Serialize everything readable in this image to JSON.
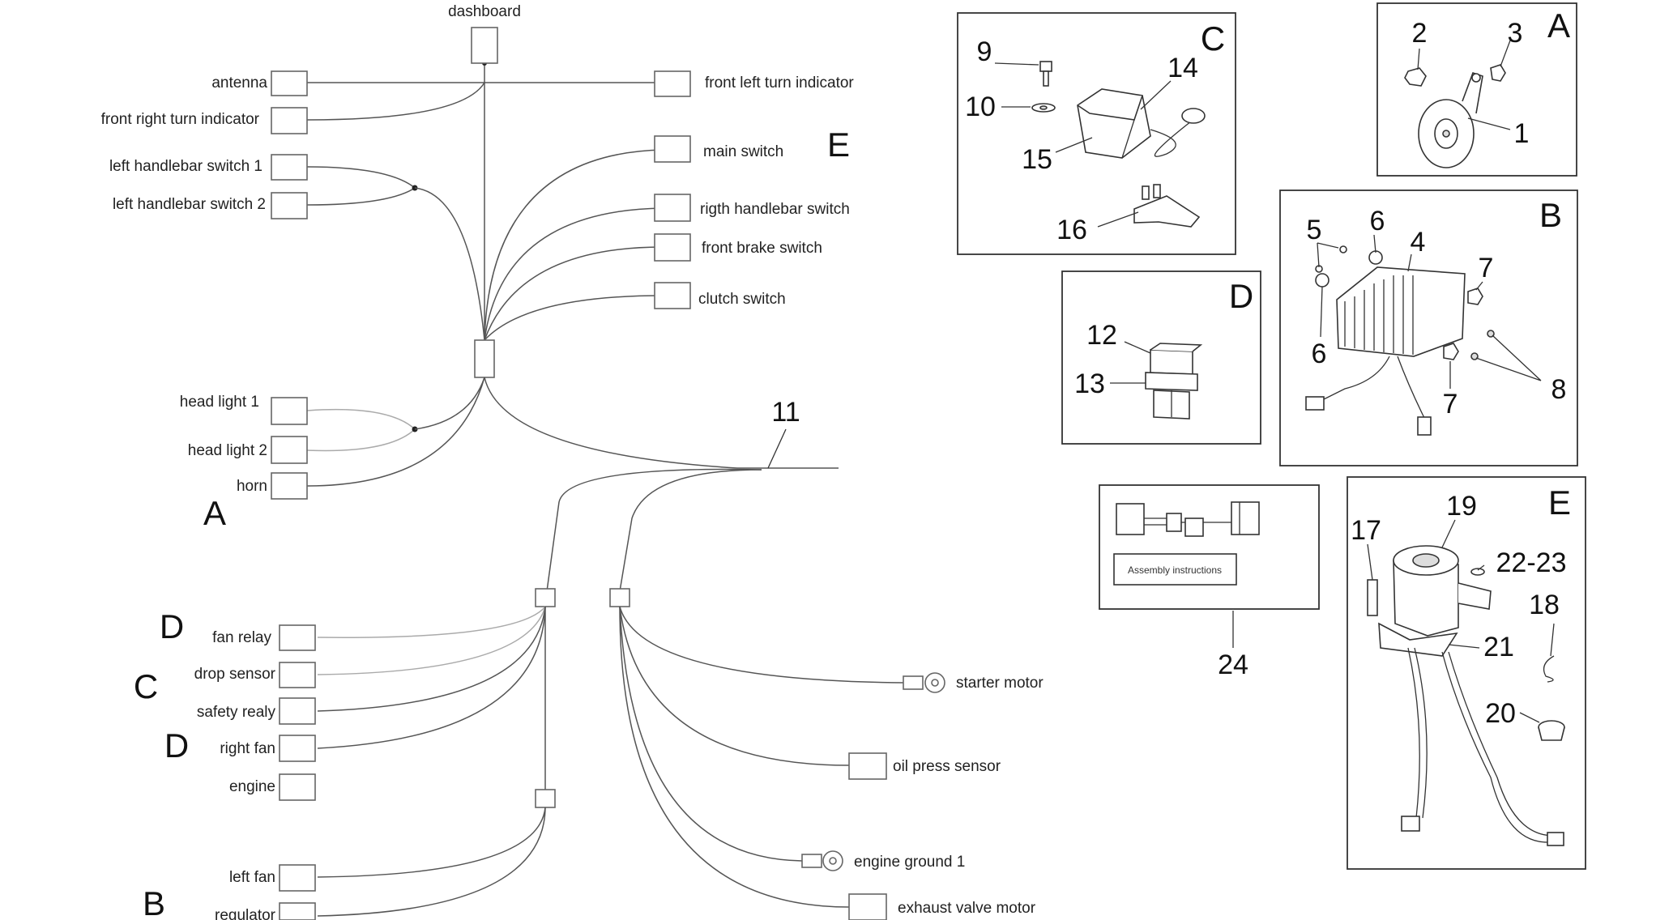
{
  "wiring": {
    "top_connector": "dashboard",
    "left_connectors": {
      "antenna": "antenna",
      "front_right_turn_indicator": "front right turn indicator",
      "left_handlebar_switch_1": "left handlebar switch 1",
      "left_handlebar_switch_2": "left handlebar switch 2",
      "head_light_1": "head light 1",
      "head_light_2": "head light 2",
      "horn": "horn"
    },
    "right_connectors": {
      "front_left_turn_indicator": "front left turn indicator",
      "main_switch": "main switch",
      "right_handlebar_switch": "rigth handlebar switch",
      "front_brake_switch": "front brake switch",
      "clutch_switch": "clutch switch"
    },
    "lower_left_connectors": {
      "fan_relay": "fan relay",
      "drop_sensor": "drop sensor",
      "safety_relay": "safety realy",
      "right_fan": "right fan",
      "engine": "engine",
      "left_fan": "left fan",
      "regulator": "regulator"
    },
    "lower_right_connectors": {
      "starter_motor": "starter motor",
      "oil_press_sensor": "oil press sensor",
      "engine_ground_1": "engine ground 1",
      "exhaust_valve_motor": "exhaust valve motor"
    },
    "harness_ref": "11",
    "group_letters": {
      "horn_group": "A",
      "main_switch_group": "E",
      "fan_relay_group": "D",
      "drop_sensor_group": "C",
      "right_fan_group": "D",
      "regulator_group": "B"
    }
  },
  "panels": {
    "C": {
      "letter": "C",
      "refs": [
        "9",
        "10",
        "14",
        "15",
        "16"
      ]
    },
    "A": {
      "letter": "A",
      "refs": [
        "2",
        "3",
        "1"
      ]
    },
    "B": {
      "letter": "B",
      "refs": [
        "5",
        "6",
        "4",
        "7",
        "6",
        "8",
        "7"
      ]
    },
    "D": {
      "letter": "D",
      "refs": [
        "12",
        "13"
      ]
    },
    "kit": {
      "ref": "24",
      "instructions": "Assembly instructions"
    },
    "E": {
      "letter": "E",
      "refs": [
        "17",
        "19",
        "22-23",
        "18",
        "21",
        "20"
      ]
    }
  }
}
